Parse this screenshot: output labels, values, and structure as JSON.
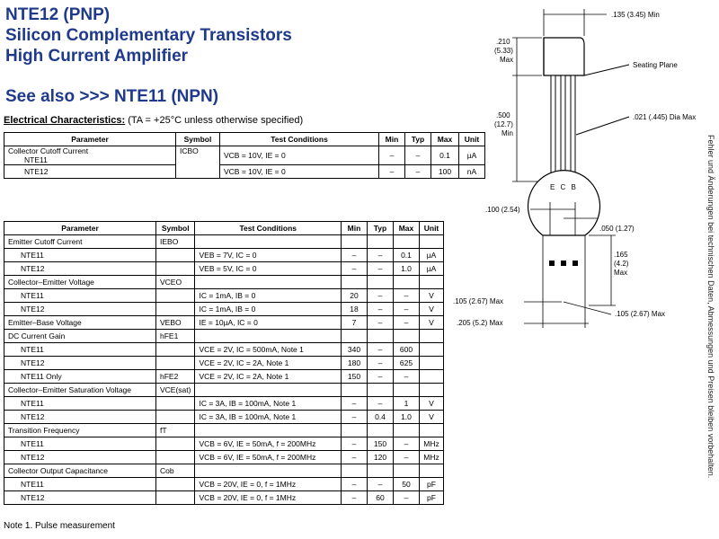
{
  "header": {
    "line1": "NTE12 (PNP)",
    "line2": "Silicon Complementary Transistors",
    "line3": "High Current Amplifier",
    "see_also": "See also >>> NTE11 (NPN)"
  },
  "electrical": {
    "heading": "Electrical Characteristics:",
    "condition": "(TA = +25°C unless otherwise specified)"
  },
  "table1": {
    "headers": [
      "Parameter",
      "Symbol",
      "Test Conditions",
      "Min",
      "Typ",
      "Max",
      "Unit"
    ],
    "group": "Collector Cutoff Current",
    "symbol": "ICBO",
    "rows": [
      {
        "param": "NTE11",
        "cond": "VCB = 10V, IE = 0",
        "min": "–",
        "typ": "–",
        "max": "0.1",
        "unit": "µA"
      },
      {
        "param": "NTE12",
        "cond": "VCB = 10V, IE = 0",
        "min": "–",
        "typ": "–",
        "max": "100",
        "unit": "nA"
      }
    ]
  },
  "table2": {
    "headers": [
      "Parameter",
      "Symbol",
      "Test Conditions",
      "Min",
      "Typ",
      "Max",
      "Unit"
    ],
    "rows": [
      {
        "param": "Emitter Cutoff Current",
        "symbol": "IEBO",
        "cond": "",
        "min": "",
        "typ": "",
        "max": "",
        "unit": ""
      },
      {
        "param": "NTE11",
        "symbol": "",
        "cond": "VEB = 7V, IC = 0",
        "min": "–",
        "typ": "–",
        "max": "0.1",
        "unit": "µA"
      },
      {
        "param": "NTE12",
        "symbol": "",
        "cond": "VEB = 5V, IC = 0",
        "min": "–",
        "typ": "–",
        "max": "1.0",
        "unit": "µA"
      },
      {
        "param": "Collector–Emitter Voltage",
        "symbol": "VCEO",
        "cond": "",
        "min": "",
        "typ": "",
        "max": "",
        "unit": ""
      },
      {
        "param": "NTE11",
        "symbol": "",
        "cond": "IC = 1mA, IB = 0",
        "min": "20",
        "typ": "–",
        "max": "–",
        "unit": "V"
      },
      {
        "param": "NTE12",
        "symbol": "",
        "cond": "IC = 1mA, IB = 0",
        "min": "18",
        "typ": "–",
        "max": "–",
        "unit": "V"
      },
      {
        "param": "Emitter–Base Voltage",
        "symbol": "VEBO",
        "cond": "IE = 10µA, IC = 0",
        "min": "7",
        "typ": "–",
        "max": "–",
        "unit": "V"
      },
      {
        "param": "DC Current Gain",
        "symbol": "hFE1",
        "cond": "",
        "min": "",
        "typ": "",
        "max": "",
        "unit": ""
      },
      {
        "param": "NTE11",
        "symbol": "",
        "cond": "VCE = 2V, IC = 500mA, Note 1",
        "min": "340",
        "typ": "–",
        "max": "600",
        "unit": ""
      },
      {
        "param": "NTE12",
        "symbol": "",
        "cond": "VCE = 2V, IC = 2A, Note 1",
        "min": "180",
        "typ": "–",
        "max": "625",
        "unit": ""
      },
      {
        "param": "NTE11 Only",
        "symbol": "hFE2",
        "cond": "VCE = 2V, IC = 2A, Note 1",
        "min": "150",
        "typ": "–",
        "max": "–",
        "unit": ""
      },
      {
        "param": "Collector–Emitter Saturation Voltage",
        "symbol": "VCE(sat)",
        "cond": "",
        "min": "",
        "typ": "",
        "max": "",
        "unit": ""
      },
      {
        "param": "NTE11",
        "symbol": "",
        "cond": "IC = 3A, IB = 100mA, Note 1",
        "min": "–",
        "typ": "–",
        "max": "1",
        "unit": "V"
      },
      {
        "param": "NTE12",
        "symbol": "",
        "cond": "IC = 3A, IB = 100mA, Note 1",
        "min": "–",
        "typ": "0.4",
        "max": "1.0",
        "unit": "V"
      },
      {
        "param": "Transition Frequency",
        "symbol": "fT",
        "cond": "",
        "min": "",
        "typ": "",
        "max": "",
        "unit": ""
      },
      {
        "param": "NTE11",
        "symbol": "",
        "cond": "VCB = 6V, IE = 50mA, f = 200MHz",
        "min": "–",
        "typ": "150",
        "max": "–",
        "unit": "MHz"
      },
      {
        "param": "NTE12",
        "symbol": "",
        "cond": "VCB = 6V, IE = 50mA, f = 200MHz",
        "min": "–",
        "typ": "120",
        "max": "–",
        "unit": "MHz"
      },
      {
        "param": "Collector Output Capacitance",
        "symbol": "Cob",
        "cond": "",
        "min": "",
        "typ": "",
        "max": "",
        "unit": ""
      },
      {
        "param": "NTE11",
        "symbol": "",
        "cond": "VCB = 20V, IE = 0, f = 1MHz",
        "min": "–",
        "typ": "–",
        "max": "50",
        "unit": "pF"
      },
      {
        "param": "NTE12",
        "symbol": "",
        "cond": "VCB = 20V, IE = 0, f = 1MHz",
        "min": "–",
        "typ": "60",
        "max": "–",
        "unit": "pF"
      }
    ]
  },
  "note": "Note  1. Pulse measurement",
  "side_text": "Fehler und Änderungen bei technischen Daten, Abmessungen und Preisen bleiben vorbehalten.",
  "drawing": {
    "dims": {
      "d135": ".135 (3.45) Min",
      "d210": ".210",
      "d533": "(5.33)",
      "dmax": "Max",
      "seating": "Seating Plane",
      "d500": ".500",
      "d127": "(12.7)",
      "dmin": "Min",
      "d021": ".021 (.445) Dia Max",
      "pins": "E  C  B",
      "d100": ".100 (2.54)",
      "d050": ".050 (1.27)",
      "d165": ".165",
      "d42": "(4.2)",
      "dmax2": "Max",
      "d105a": ".105 (2.67) Max",
      "d105b": ".105 (2.67) Max",
      "d205": ".205 (5.2) Max"
    }
  }
}
